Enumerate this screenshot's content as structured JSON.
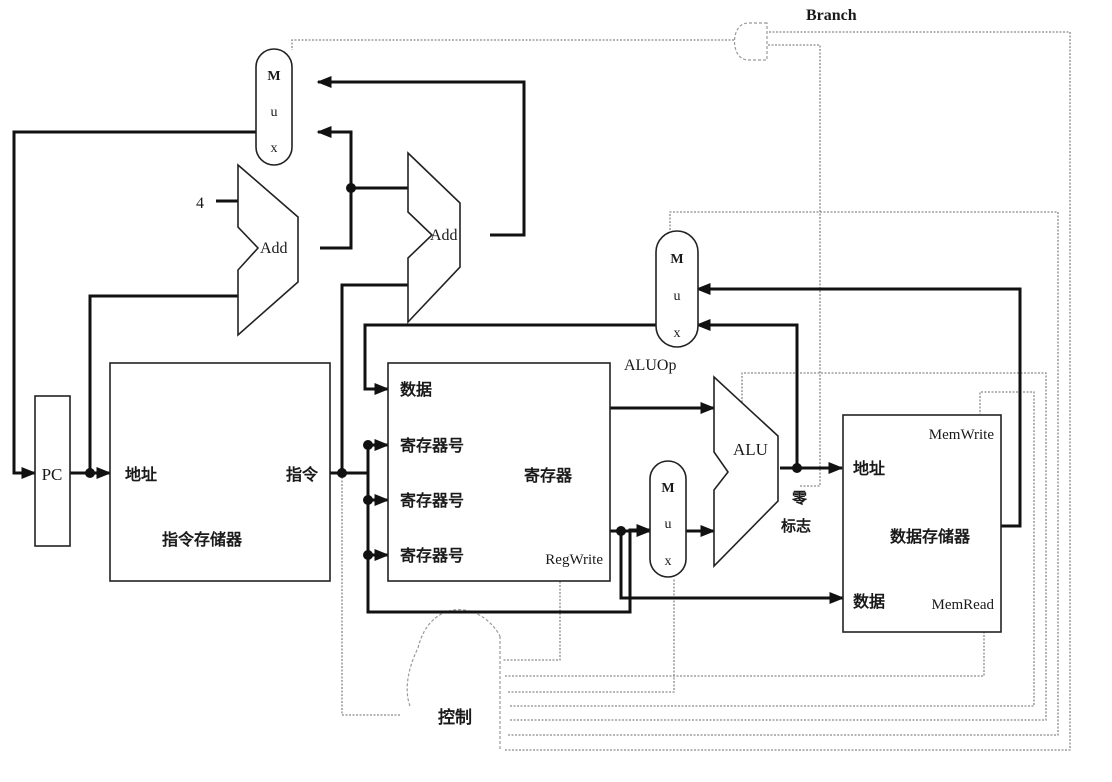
{
  "diagram": {
    "title": "Single-cycle datapath with control",
    "components": {
      "pc": {
        "label": "PC"
      },
      "instruction_memory": {
        "title": "指令存储器",
        "input_label": "地址",
        "output_label": "指令"
      },
      "adder_pc": {
        "label": "Add",
        "constant_input": "4"
      },
      "adder_branch": {
        "label": "Add"
      },
      "pc_mux": {
        "letters": [
          "M",
          "u",
          "x"
        ]
      },
      "registers": {
        "title": "寄存器",
        "write_data_label": "数据",
        "reg_num_labels": [
          "寄存器号",
          "寄存器号",
          "寄存器号"
        ],
        "control_label": "RegWrite"
      },
      "alu_src_mux": {
        "letters": [
          "M",
          "u",
          "x"
        ]
      },
      "alu": {
        "label": "ALU",
        "zero_flag_label_line1": "零",
        "zero_flag_label_line2": "标志",
        "control_label": "ALUOp"
      },
      "mem_to_reg_mux": {
        "letters": [
          "M",
          "u",
          "x"
        ]
      },
      "data_memory": {
        "title": "数据存储器",
        "address_label": "地址",
        "write_data_label": "数据",
        "write_control_label": "MemWrite",
        "read_control_label": "MemRead"
      },
      "control_unit": {
        "label": "控制"
      },
      "branch_gate": {
        "label": "Branch"
      }
    }
  }
}
